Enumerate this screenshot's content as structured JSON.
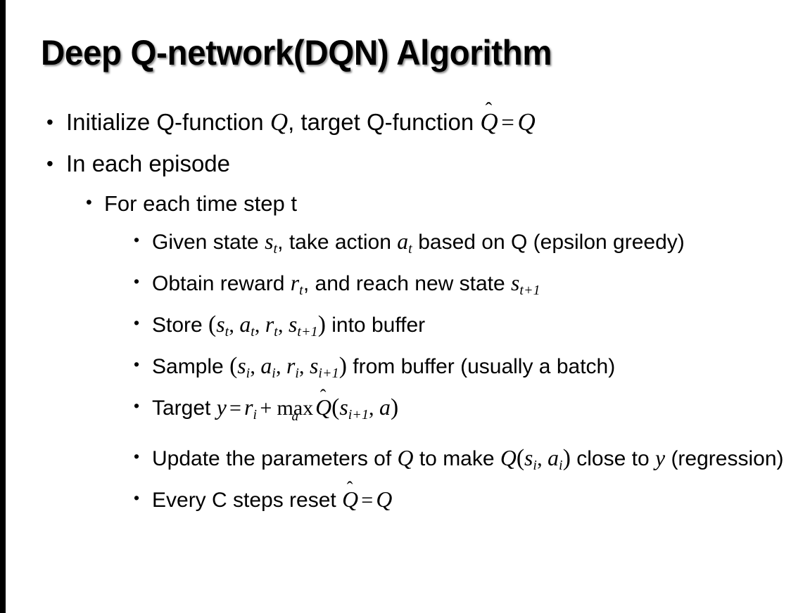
{
  "slide": {
    "title": "Deep Q-network(DQN) Algorithm",
    "background_color": "#FFFFFF",
    "text_color": "#000000",
    "edge_bar_color": "#000000",
    "bullet_glyph": "•"
  },
  "content": {
    "l1_initialize": {
      "pre": "Initialize Q-function ",
      "var_q1": "Q",
      "mid": ", target Q-function ",
      "qhat": "Q",
      "hat": "ˆ",
      "eq": "=",
      "var_q2": "Q"
    },
    "l1_in_each_episode": "In each episode",
    "l2_for_each_time_step": "For each time step t",
    "l3_given_state": {
      "pre": "Given state ",
      "s": "s",
      "s_sub": "t",
      "mid": ", take action ",
      "a": "a",
      "a_sub": "t",
      "post": " based on Q (epsilon greedy)"
    },
    "l3_obtain_reward": {
      "pre": "Obtain reward ",
      "r": "r",
      "r_sub": "t",
      "mid": ", and reach new state ",
      "s": "s",
      "s_sub": "t+1"
    },
    "l3_store": {
      "pre": "Store ",
      "open": "(",
      "s1": "s",
      "s1_sub": "t",
      "c1": ", ",
      "a1": "a",
      "a1_sub": "t",
      "c2": ", ",
      "r1": "r",
      "r1_sub": "t",
      "c3": ", ",
      "s2": "s",
      "s2_sub": "t+1",
      "close": ")",
      "post": " into buffer"
    },
    "l3_sample": {
      "pre": "Sample ",
      "open": "(",
      "s1": "s",
      "s1_sub": "i",
      "c1": ", ",
      "a1": "a",
      "a1_sub": "i",
      "c2": ", ",
      "r1": "r",
      "r1_sub": "i",
      "c3": ", ",
      "s2": "s",
      "s2_sub": "i+1",
      "close": ")",
      "post": " from buffer (usually a batch)"
    },
    "l3_target": {
      "pre": "Target ",
      "y": "y",
      "eq": "=",
      "r": "r",
      "r_sub": "i",
      "plus": "+",
      "max": "max",
      "max_limit": "a",
      "qhat": "Q",
      "hat": "ˆ",
      "open": "(",
      "s": "s",
      "s_sub": "i+1",
      "comma": ", ",
      "a": "a",
      "close": ")"
    },
    "l3_update": {
      "pre": "Update the parameters of ",
      "q1": "Q",
      "mid": " to make ",
      "q2": "Q",
      "open": "(",
      "s": "s",
      "s_sub": "i",
      "comma": ", ",
      "a": "a",
      "a_sub": "i",
      "close": ")",
      "post": " close to ",
      "y": "y",
      "tail": " (regression)"
    },
    "l3_every_c": {
      "pre": "Every C steps reset ",
      "qhat": "Q",
      "hat": "ˆ",
      "eq": "=",
      "q": "Q"
    }
  }
}
